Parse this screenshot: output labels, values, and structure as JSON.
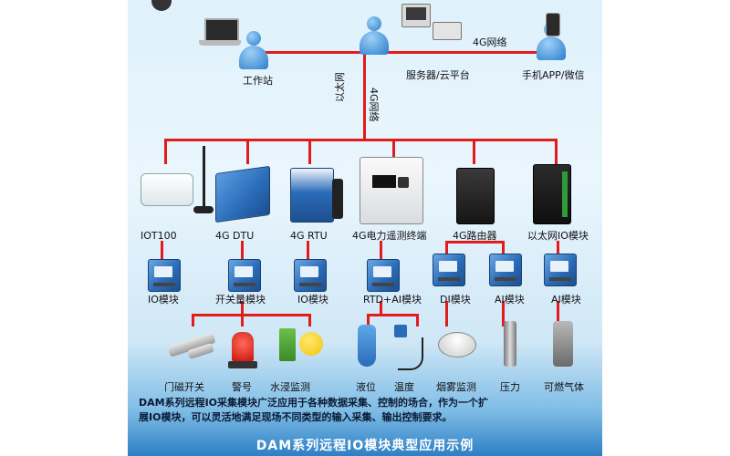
{
  "header": {
    "brand_text": ""
  },
  "network": {
    "workstation_label": "工作站",
    "server_label": "服务器/云平台",
    "mobile_label": "手机APP/微信",
    "link_4g_label": "4G网络",
    "vertical_link_label_1": "以太网",
    "vertical_link_label_2": "4G网络"
  },
  "gateways": [
    {
      "label": "IOT100"
    },
    {
      "label": "4G DTU"
    },
    {
      "label": "4G RTU"
    },
    {
      "label": "4G电力遥测终端"
    },
    {
      "label": "4G路由器"
    },
    {
      "label": "以太网IO模块"
    }
  ],
  "modules": [
    {
      "label": "IO模块"
    },
    {
      "label": "开关量模块"
    },
    {
      "label": "IO模块"
    },
    {
      "label": "RTD+AI模块"
    },
    {
      "label": "DI模块"
    },
    {
      "label": "AI模块"
    },
    {
      "label": "AI模块"
    }
  ],
  "sensors": [
    {
      "label": "门磁开关"
    },
    {
      "label": "警号"
    },
    {
      "label": "水浸监测"
    },
    {
      "label": "液位"
    },
    {
      "label": "温度"
    },
    {
      "label": "烟雾监测"
    },
    {
      "label": "压力"
    },
    {
      "label": "可燃气体"
    }
  ],
  "description": {
    "line1": "DAM系列远程IO采集模块广泛应用于各种数据采集、控制的场合，作为一个扩",
    "line2": "展IO模块，可以灵活地满足现场不同类型的输入采集、输出控制要求。"
  },
  "footer": {
    "title": "DAM系列远程IO模块典型应用示例"
  },
  "colors": {
    "line": "#e21b1b",
    "module_blue": "#2a6bb8",
    "footer_blue": "#2d7fc5"
  }
}
